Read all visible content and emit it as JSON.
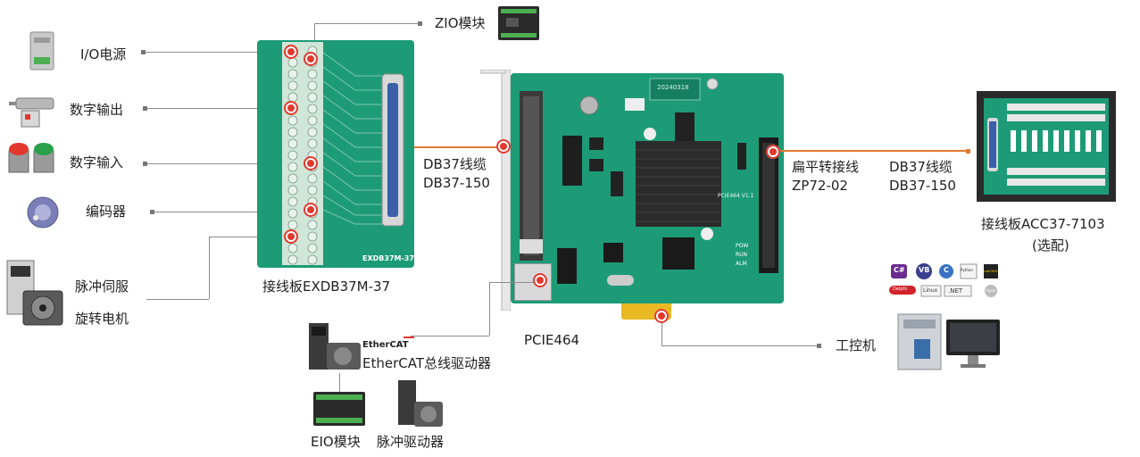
{
  "left_devices": {
    "io_power": "I/O电源",
    "digital_output": "数字输出",
    "digital_input": "数字输入",
    "encoder": "编码器",
    "servo_line1": "脉冲伺服",
    "servo_line2": "旋转电机"
  },
  "zio": "ZIO模块",
  "exdb_board": {
    "silk": "EXDB37M-37",
    "caption": "接线板EXDB37M-37"
  },
  "cable_left": {
    "line1": "DB37线缆",
    "line2": "DB37-150"
  },
  "card": {
    "name": "PCIE464",
    "date": "20240318",
    "model_silk": "PCIE464 V1.1",
    "leds": [
      "POW",
      "RUN",
      "ALM"
    ]
  },
  "flat_cable": {
    "line1": "扁平转接线",
    "line2": "ZP72-02"
  },
  "cable_right": {
    "line1": "DB37线缆",
    "line2": "DB37-150"
  },
  "acc_board": {
    "line1": "接线板ACC37-7103",
    "line2": "(选配)"
  },
  "ethercat": {
    "logo": "EtherCAT",
    "caption": "EtherCAT总线驱动器"
  },
  "bottom": {
    "eio": "EIO模块",
    "pulse_driver": "脉冲驱动器"
  },
  "ipc": "工控机",
  "sw_logos": [
    "C#",
    "VB",
    "C",
    "Python",
    "LabVIEW",
    "Delphi",
    "Linux",
    ".NET",
    "Apple"
  ],
  "colors": {
    "pcb_green": "#1d9b77",
    "connector_red": "#e2382e",
    "cable_orange": "#e07a2e",
    "heatsink": "#2b2b2b"
  }
}
